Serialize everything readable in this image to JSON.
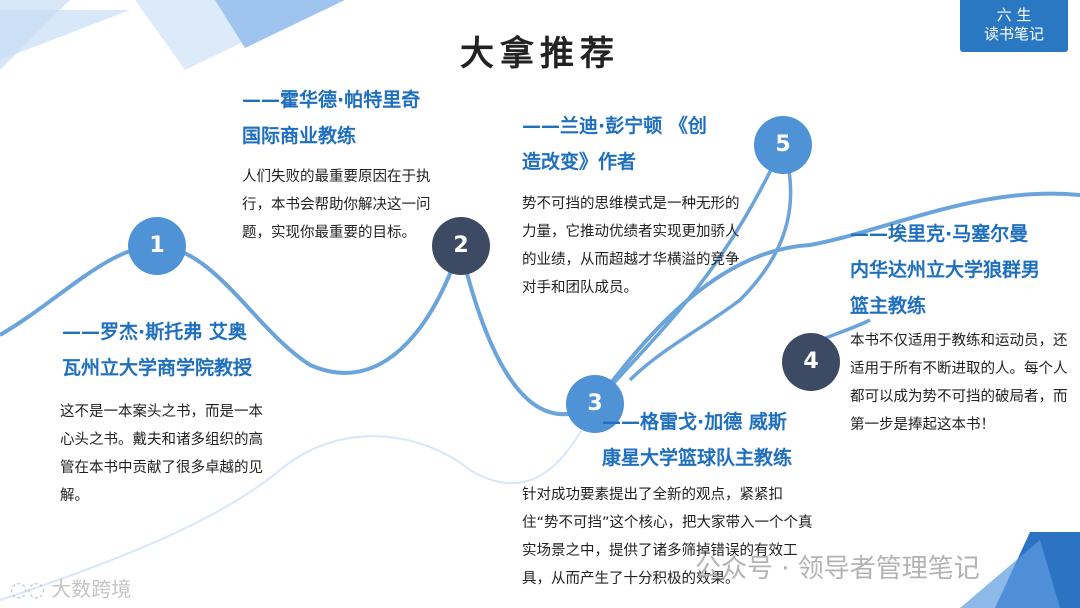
{
  "title": "大拿推荐",
  "brand": {
    "line1": "六 生",
    "line2": "读书笔记"
  },
  "nodes": [
    "1",
    "2",
    "3",
    "4",
    "5"
  ],
  "recommenders": [
    {
      "heading_line1": "——罗杰·斯托弗 艾奥",
      "heading_line2": "瓦州立大学商学院教授",
      "body": "这不是一本案头之书，而是一本心头之书。戴夫和诸多组织的高管在本书中贡献了很多卓越的见解。"
    },
    {
      "heading_line1": "——霍华德·帕特里奇",
      "heading_line2": "国际商业教练",
      "body": "人们失败的最重要原因在于执行，本书会帮助你解决这一问题，实现你最重要的目标。"
    },
    {
      "heading_line1": "——格雷戈·加德 威斯",
      "heading_line2": "康星大学篮球队主教练",
      "body": "针对成功要素提出了全新的观点，紧紧扣住“势不可挡”这个核心，把大家带入一个个真实场景之中，提供了诸多筛掉错误的有效工具，从而产生了十分积极的效果。"
    },
    {
      "heading_line1": "——埃里克·马塞尔曼",
      "heading_line2": "内华达州立大学狼群男",
      "heading_line3": "篮主教练",
      "body": "本书不仅适用于教练和运动员，还适用于所有不断进取的人。每个人都可以成为势不可挡的破局者，而第一步是捧起这本书！"
    },
    {
      "heading_line1": "——兰迪·彭宁顿 《创",
      "heading_line2": "造改变》作者",
      "body": "势不可挡的思维模式是一种无形的力量，它推动优绩者实现更加骄人的业绩，从而超越才华横溢的竞争对手和团队成员。"
    }
  ],
  "watermarks": {
    "left": "大数跨境",
    "right": "公众号 · 领导者管理笔记"
  }
}
